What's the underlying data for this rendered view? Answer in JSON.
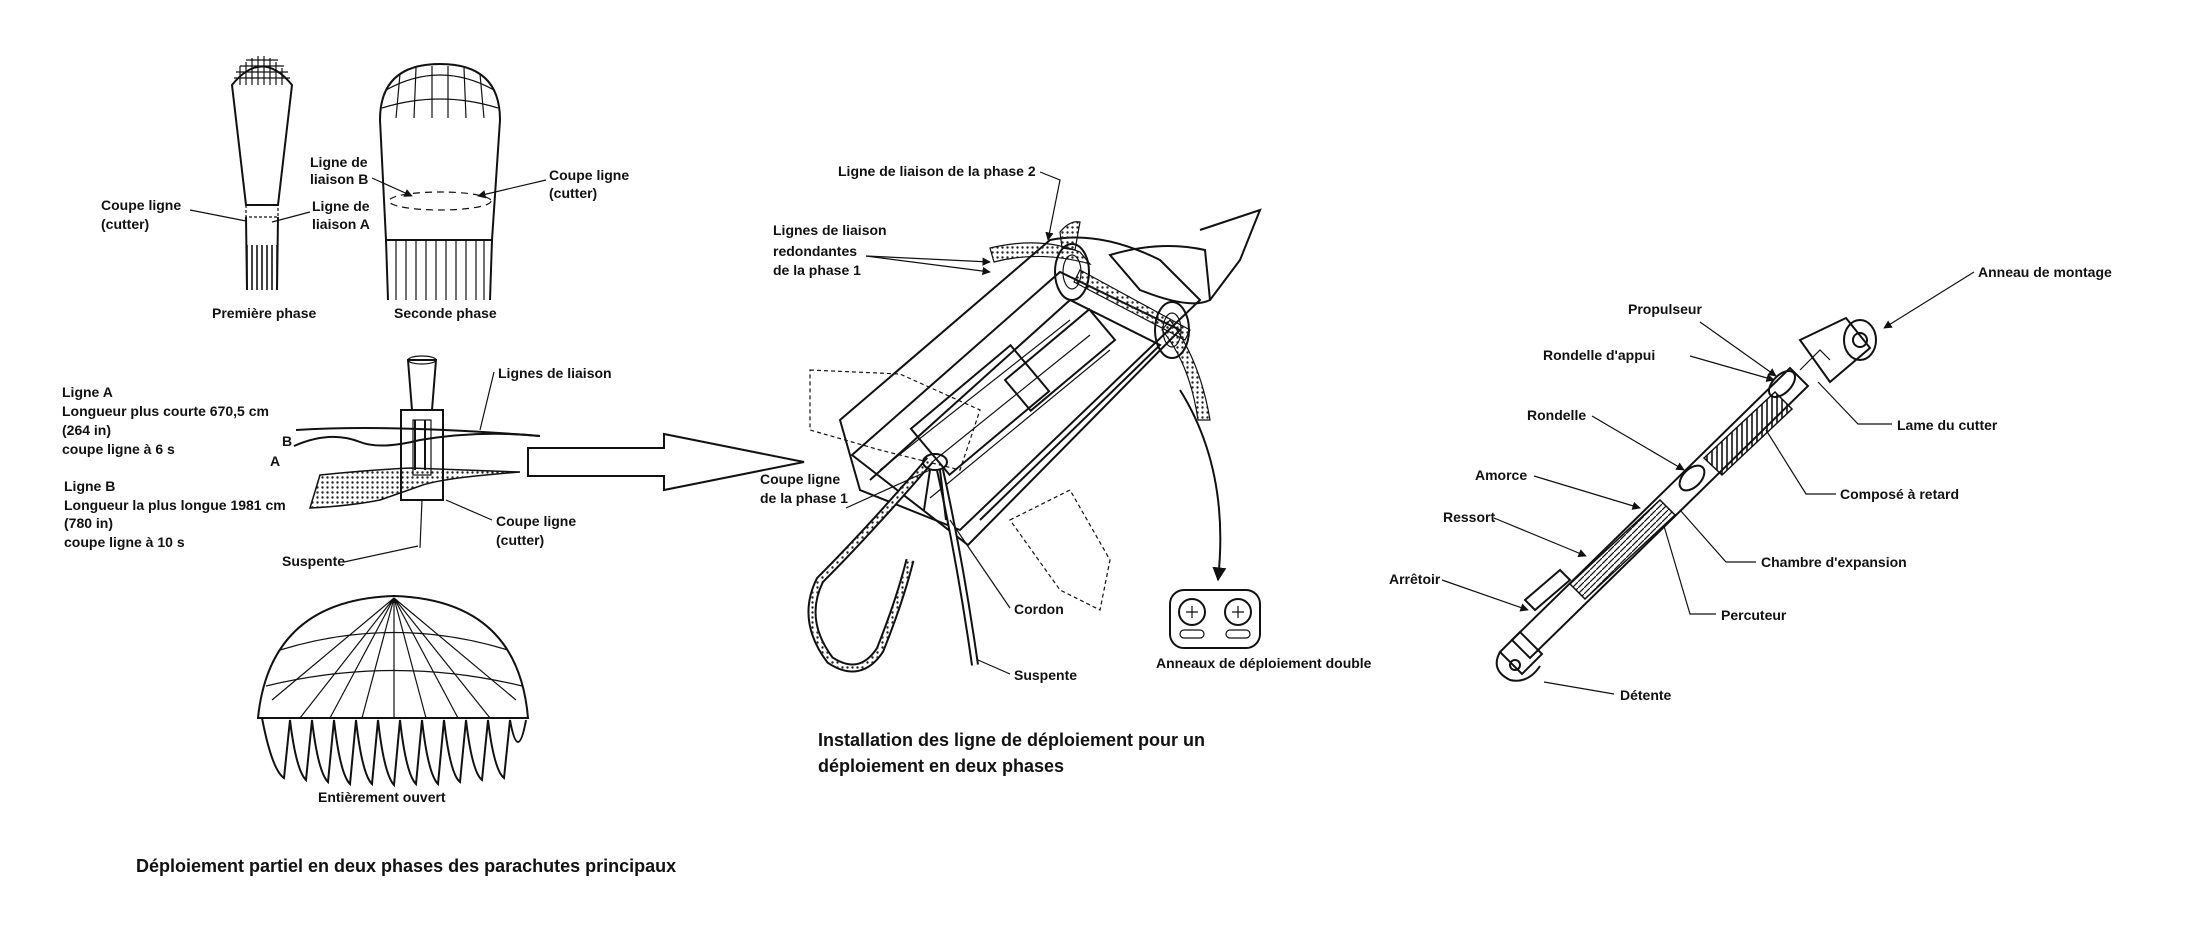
{
  "left_panel": {
    "phase1_caption": "Première phase",
    "phase2_caption": "Seconde phase",
    "full_caption": "Entièrement ouvert",
    "cutter_left": [
      "Coupe ligne",
      "(cutter)"
    ],
    "line_a_label": [
      "Ligne de",
      "liaison A"
    ],
    "line_b_label": [
      "Ligne de",
      "liaison B"
    ],
    "cutter_right": [
      "Coupe ligne",
      "(cutter)"
    ],
    "liaison_lines": "Lignes de liaison",
    "line_a_desc": [
      "Ligne A",
      "Longueur plus courte 670,5 cm",
      "(264 in)",
      "coupe ligne à 6 s"
    ],
    "line_b_desc": [
      "Ligne B",
      "Longueur la plus longue 1981 cm",
      "(780 in)",
      "coupe ligne à 10 s"
    ],
    "marker_b": "B",
    "marker_a": "A",
    "cutter_center": [
      "Coupe ligne",
      "(cutter)"
    ],
    "suspente": "Suspente",
    "title": "Déploiement partiel en deux phases des parachutes principaux"
  },
  "middle_panel": {
    "phase2_line": "Ligne de liaison de la phase 2",
    "redundant_lines": [
      "Lignes de liaison",
      "redondantes",
      "de la phase 1"
    ],
    "cutter_phase1": [
      "Coupe ligne",
      "de la phase 1"
    ],
    "cord": "Cordon",
    "suspente": "Suspente",
    "double_rings": "Anneaux de déploiement double",
    "caption": [
      "Installation des ligne de déploiement pour un",
      "déploiement en deux phases"
    ]
  },
  "right_panel": {
    "mounting_ring": "Anneau de montage",
    "propellant": "Propulseur",
    "support_washer": "Rondelle d'appui",
    "washer": "Rondelle",
    "primer": "Amorce",
    "spring": "Ressort",
    "stop": "Arrêtoir",
    "cutter_blade": "Lame du cutter",
    "delay_compound": "Composé à retard",
    "expansion_chamber": "Chambre d'expansion",
    "firing_pin": "Percuteur",
    "trigger": "Détente"
  }
}
